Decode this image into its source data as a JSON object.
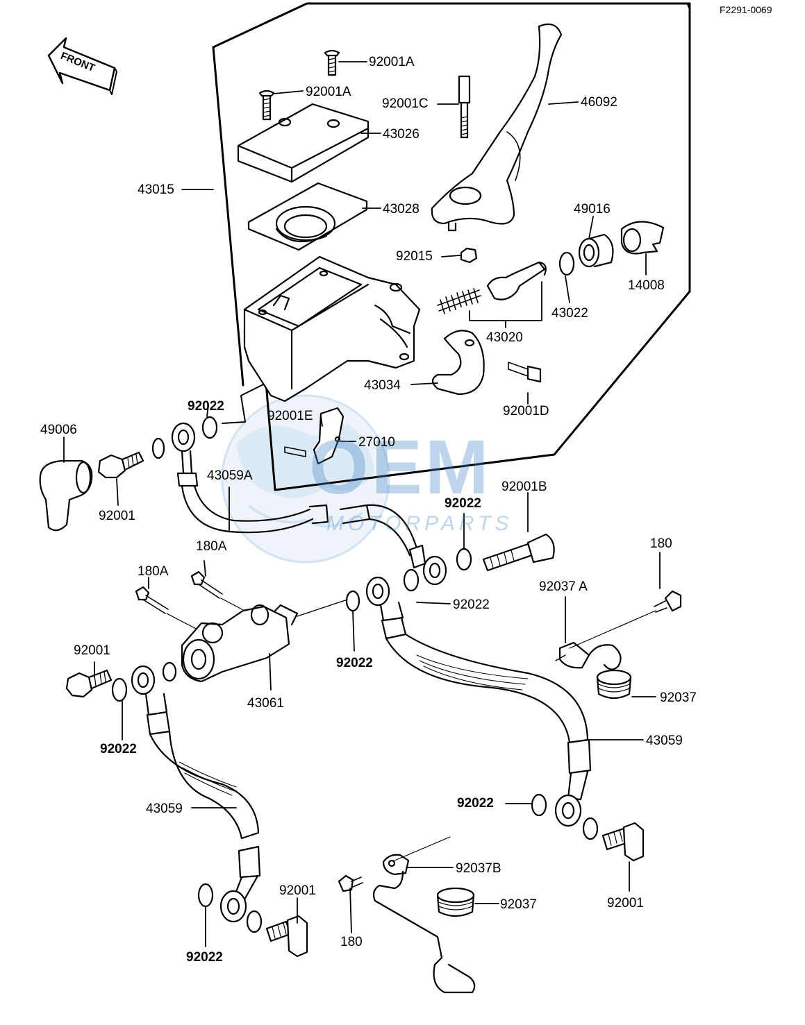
{
  "diagram_code": "F2291-0069",
  "front_label": "FRONT",
  "watermark": {
    "main": "OEM",
    "sub": "MOTORPARTS",
    "color": "#4a88c8"
  },
  "labels": {
    "p92001A_top": "92001A",
    "p92001A_cover": "92001A",
    "p92001C": "92001C",
    "p46092": "46092",
    "p43026": "43026",
    "p43015": "43015",
    "p43028": "43028",
    "p49016": "49016",
    "p92015": "92015",
    "p14008": "14008",
    "p43022": "43022",
    "p43020": "43020",
    "p43034": "43034",
    "p92001D": "92001D",
    "p92022_a": "92022",
    "p49006": "49006",
    "p92001E": "92001E",
    "p27010": "27010",
    "p92001_a": "92001",
    "p43059A": "43059A",
    "p92001B": "92001B",
    "p92022_b": "92022",
    "p180A_a": "180A",
    "p180A_b": "180A",
    "p180_a": "180",
    "p92037A": "92037 A",
    "p92022_c": "92022",
    "p92022_d": "92022",
    "p92001_b": "92001",
    "p43061": "43061",
    "p92037_a": "92037",
    "p92022_e": "92022",
    "p43059_a": "43059",
    "p43059_b": "43059",
    "p92022_f": "92022",
    "p92037B": "92037B",
    "p92001_c": "92001",
    "p92037_b": "92037",
    "p92001_d": "92001",
    "p180_b": "180",
    "p92022_g": "92022"
  }
}
